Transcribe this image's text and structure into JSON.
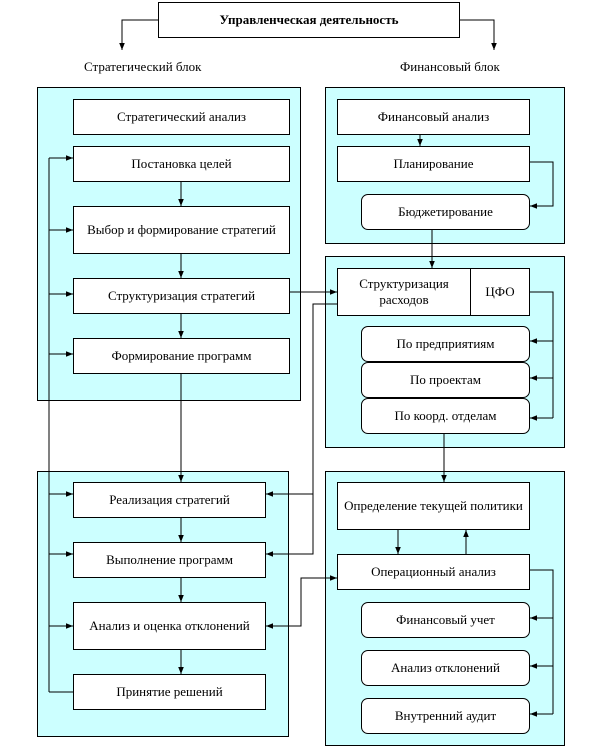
{
  "title": "Управленческая деятельность",
  "left_block_label": "Стратегический блок",
  "right_block_label": "Финансовый блок",
  "strategic": {
    "analysis": "Стратегический анализ",
    "goals": "Постановка целей",
    "choice": "Выбор и формирование стратегий",
    "structuring": "Структуризация стратегий",
    "programs": "Формирование программ"
  },
  "financial": {
    "analysis": "Финансовый анализ",
    "planning": "Планирование",
    "budgeting": "Бюджетирование"
  },
  "costs": {
    "structuring": "Структуризация расходов",
    "cfo": "ЦФО",
    "by_enterprise": "По предприятиям",
    "by_project": "По проектам",
    "by_departments": "По коорд. отделам"
  },
  "execution": {
    "realization": "Реализация стратегий",
    "programs_exec": "Выполнение программ",
    "deviation_analysis": "Анализ и оценка отклонений",
    "decisions": "Принятие решений"
  },
  "operations": {
    "current_policy": "Определение текущей политики",
    "operational_analysis": "Операционный анализ",
    "fin_accounting": "Финансовый учет",
    "deviations": "Анализ отклонений",
    "internal_audit": "Внутренний аудит"
  }
}
